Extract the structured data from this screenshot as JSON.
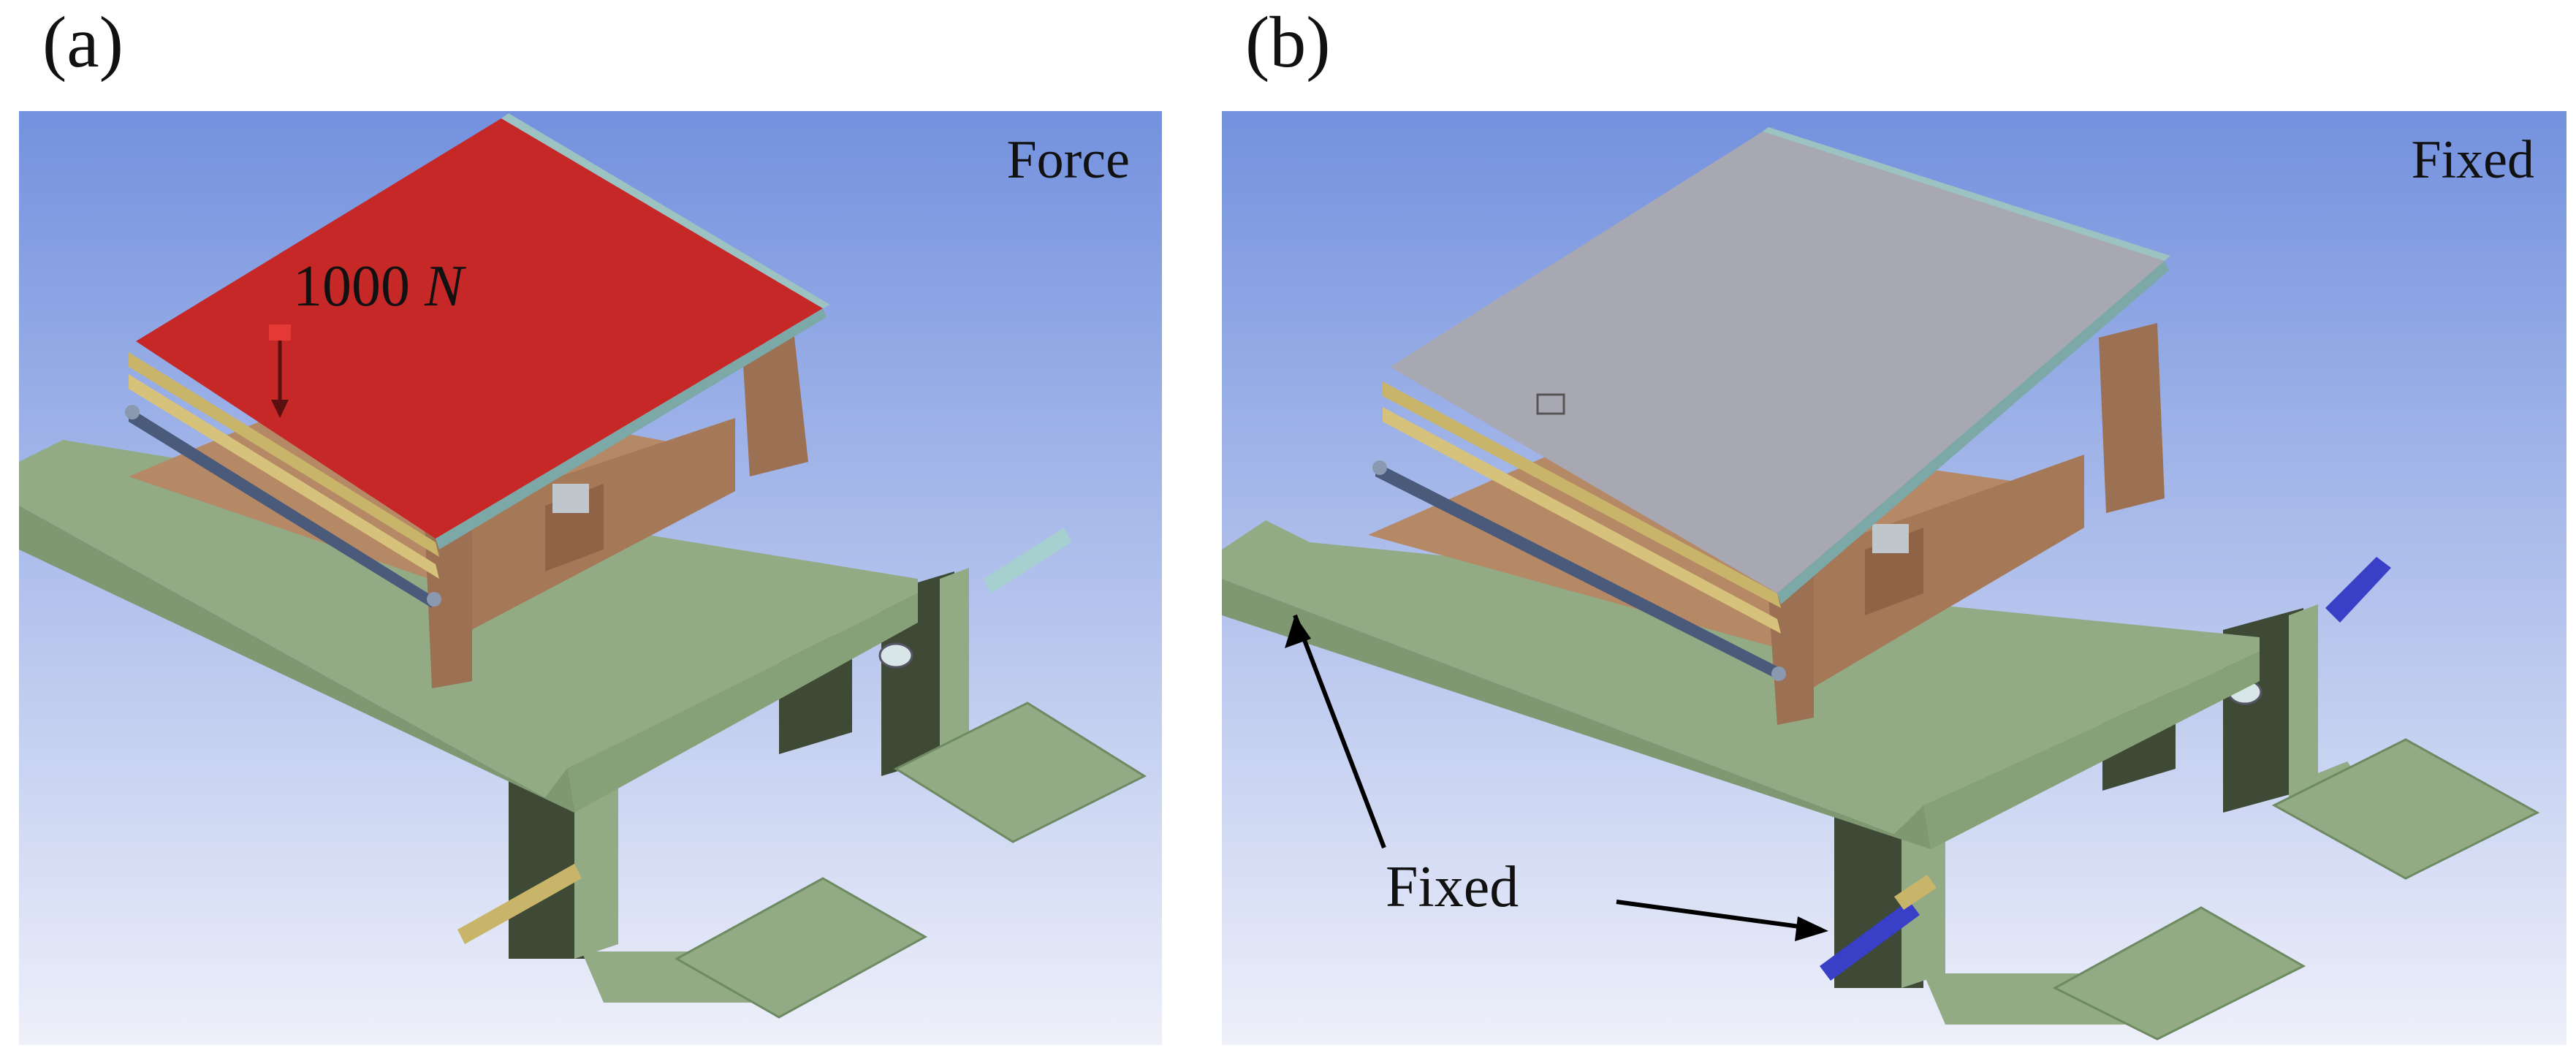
{
  "panels": [
    {
      "label": "(a)",
      "corner_label": "Force",
      "load_value": "1000",
      "load_unit": "N"
    },
    {
      "label": "(b)",
      "corner_label": "Fixed",
      "annotation": "Fixed"
    }
  ],
  "colors": {
    "background_top": "#7391DE",
    "background_bottom": "#EEF0FA",
    "base_green": "#92AB84",
    "wood": "#B58866",
    "load_face": "#C62828",
    "top_plate": "#A8A8B2",
    "fixed_support": "#3A3FC8",
    "rail_gold": "#C8B56A",
    "rod_blue": "#4A5A7A",
    "shaft_light": "#A6D0D0"
  },
  "icons": {
    "force_arrow": "force-arrow-icon",
    "pointer_arrows": "pointer-arrow-icon"
  }
}
